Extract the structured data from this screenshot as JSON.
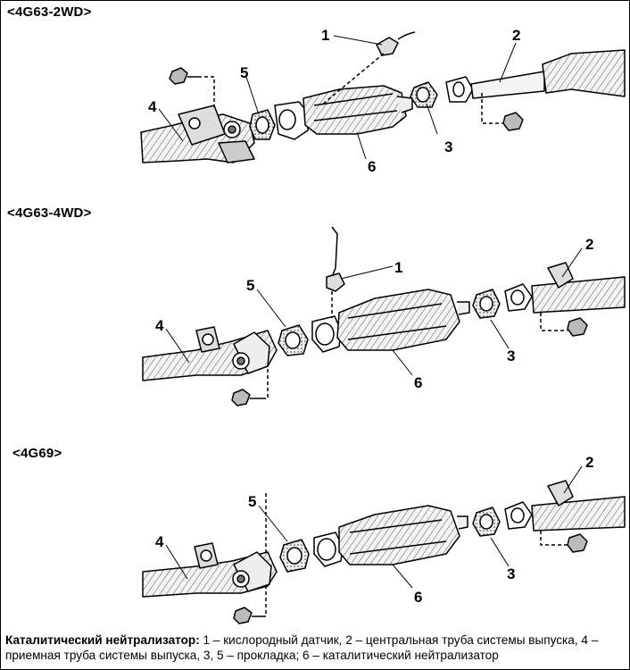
{
  "sections": [
    {
      "title": "<4G63-2WD>"
    },
    {
      "title": "<4G63-4WD>"
    },
    {
      "title": "<4G69>"
    }
  ],
  "callouts": [
    "1",
    "2",
    "3",
    "4",
    "5",
    "6"
  ],
  "caption": {
    "title": "Каталитический нейтрализатор:",
    "text": "1 – кислородный датчик, 2 – центральная труба системы выпуска, 4 – приемная труба системы выпуска, 3, 5 – прокладка; 6 – каталитический нейтрализатор"
  }
}
